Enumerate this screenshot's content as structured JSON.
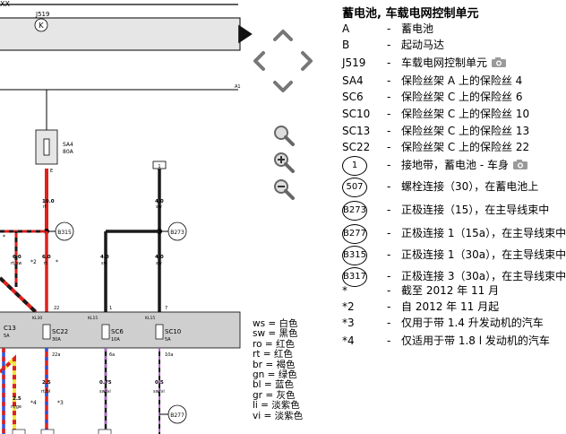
{
  "header": {
    "corner_text": "XX"
  },
  "toolbar": {
    "next_icon": "triangle-right-icon"
  },
  "navigation": {
    "up": "chevron-up-icon",
    "left": "chevron-left-icon",
    "right": "chevron-right-icon",
    "down": "chevron-down-icon",
    "zoom_fit": "magnifier-fit-icon",
    "zoom_in": "magnifier-plus-icon",
    "zoom_out": "magnifier-minus-icon"
  },
  "diagram": {
    "top_label": "J519",
    "top_symbol": "K",
    "line_label": "A1",
    "fuse_box": {
      "name": "SA4",
      "rating": "80A"
    },
    "pin_e": "E",
    "terminal_small": "1",
    "wires": {
      "w_red_main": {
        "size": "10.0",
        "color": "rt"
      },
      "w_sw_right": {
        "size": "4.0",
        "color": "sw"
      },
      "w_rtsw": {
        "size": "6.0",
        "color": "rt/sw"
      },
      "w_rt6": {
        "size": "6.0",
        "color": "rt"
      },
      "w_sw_mid": {
        "size": "4.0",
        "color": "sw"
      },
      "w_sw_right2": {
        "size": "4.0",
        "color": "sw"
      },
      "w_rtge": {
        "size": "2.5",
        "color": "rt/ge"
      },
      "w_rtbl": {
        "size": "2.5",
        "color": "rt/bl"
      },
      "w_swvi": {
        "size": "0.75",
        "color": "sw/vi"
      },
      "w_swvi2": {
        "size": "0.5",
        "color": "sw/vi"
      }
    },
    "markers": {
      "star": "*",
      "star2": "*2",
      "star3": "*3",
      "star4": "*4"
    },
    "connectors": {
      "b315": "B315",
      "b273": "B273",
      "b277": "B277"
    },
    "fuse_bar": {
      "left_fuse": "C13",
      "left_rating": "5A",
      "kl30": "KL30",
      "kl15a": "KL15",
      "kl15b": "KL15",
      "sc22": "SC22",
      "sc22_rating": "30A",
      "sc22_pin": "22",
      "sc22_out": "22a",
      "sc6": "SC6",
      "sc6_rating": "10A",
      "sc6_pin": "1",
      "sc6_out": "6a",
      "sc10": "SC10",
      "sc10_rating": "5A",
      "sc10_pin": "7",
      "sc10_out": "10a"
    }
  },
  "legend": {
    "title": "蓄电池, 车载电网控制单元",
    "dash": "-",
    "items": [
      {
        "key": "A",
        "desc": "蓄电池"
      },
      {
        "key": "B",
        "desc": "起动马达"
      },
      {
        "key": "J519",
        "desc": "车载电网控制单元",
        "camera": true
      },
      {
        "key": "SA4",
        "desc": "保险丝架 A 上的保险丝 4"
      },
      {
        "key": "SC6",
        "desc": "保险丝架 C 上的保险丝 6"
      },
      {
        "key": "SC10",
        "desc": "保险丝架 C 上的保险丝 10"
      },
      {
        "key": "SC13",
        "desc": "保险丝架 C 上的保险丝 13"
      },
      {
        "key": "SC22",
        "desc": "保险丝架 C 上的保险丝 22"
      },
      {
        "key": "1",
        "desc": "接地带，蓄电池 - 车身",
        "circle": true,
        "camera": true
      },
      {
        "key": "507",
        "desc": "螺栓连接（30），在蓄电池上",
        "circle": true
      },
      {
        "key": "B273",
        "desc": "正极连接（15），在主导线束中",
        "circle": true
      },
      {
        "key": "B277",
        "desc": "正极连接 1（15a），在主导线束中",
        "circle": true
      },
      {
        "key": "B315",
        "desc": "正极连接 1（30a），在主导线束中",
        "circle": true
      },
      {
        "key": "B317",
        "desc": "正极连接 3（30a），在主导线束中",
        "circle": true
      },
      {
        "key": "*",
        "desc": "截至 2012 年 11 月"
      },
      {
        "key": "*2",
        "desc": "自 2012 年 11 月起"
      },
      {
        "key": "*3",
        "desc": "仅用于带 1.4 升发动机的汽车"
      },
      {
        "key": "*4",
        "desc": "仅适用于带 1.8 l 发动机的汽车"
      }
    ]
  },
  "color_codes": [
    "ws = 白色",
    "sw = 黑色",
    "ro = 红色",
    "rt = 红色",
    "br = 褐色",
    "gn = 绿色",
    "bl = 蓝色",
    "gr = 灰色",
    "li = 淡紫色",
    "vi = 淡紫色"
  ],
  "colors": {
    "wire_red": "#e0201c",
    "wire_black": "#1a1a1a",
    "wire_yellow": "#f3e43a",
    "wire_blue": "#3355dd",
    "wire_violet": "#b060c8",
    "bar_gray": "#cfcfcf"
  }
}
